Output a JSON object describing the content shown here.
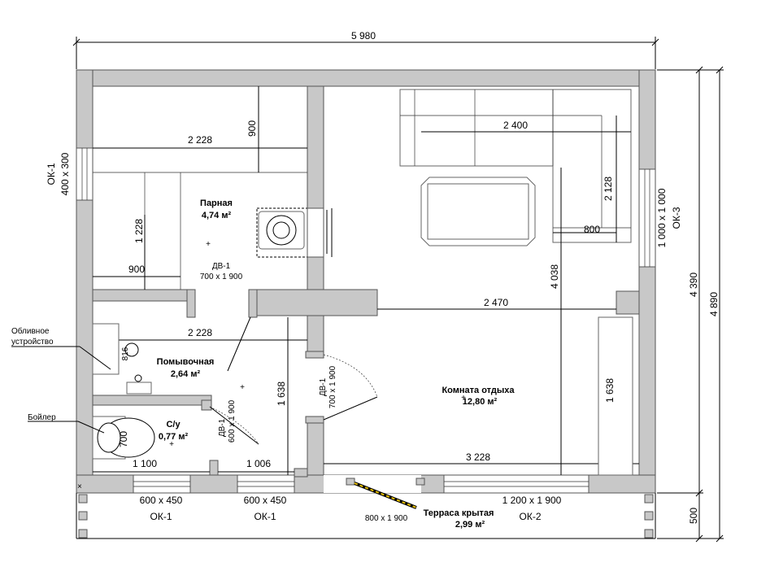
{
  "dimensions": {
    "overall_width": "5 980",
    "right_outer": "4 890",
    "right_inner": "4 390",
    "terrace_depth": "500",
    "parilka_width": "2 228",
    "parilka_depth": "900",
    "parilka_height": "1 228",
    "bench_width": "900",
    "moechnaya_width": "2 228",
    "moechnaya_left": "816",
    "moechnaya_height": "1 638",
    "su_width": "1 100",
    "su_height": "700",
    "bottom_mid": "1 006",
    "sofa_width": "2 400",
    "sofa_depth": "2 128",
    "sofa_small": "800",
    "lounge_height": "4 038",
    "lounge_mid": "2 470",
    "lounge_right": "1 638",
    "lounge_bottom": "3 228"
  },
  "rooms": {
    "parilka_name": "Парная",
    "parilka_area": "4,74 м²",
    "moechnaya_name": "Помывочная",
    "moechnaya_area": "2,64 м²",
    "su_name": "С/у",
    "su_area": "0,77 м²",
    "lounge_name": "Комната отдыха",
    "lounge_area": "12,80 м²",
    "terrace_name": "Терраса крытая",
    "terrace_area": "2,99 м²"
  },
  "doors": {
    "dv1_a_name": "ДВ-1",
    "dv1_a_size": "700 х 1 900",
    "dv1_b_name": "ДВ-1",
    "dv1_b_size": "700 х 1 900",
    "dv1_c_name": "ДВ-1",
    "dv1_c_size": "600 х 1 900",
    "entry_size": "800 х 1 900"
  },
  "windows": {
    "ok1_left_name": "ОК-1",
    "ok1_left_size": "400 х 300",
    "ok3_name": "ОК-3",
    "ok3_size": "1 000 х 1 000",
    "ok1_bottom_a_name": "ОК-1",
    "ok1_bottom_a_size": "600 х 450",
    "ok1_bottom_b_name": "ОК-1",
    "ok1_bottom_b_size": "600 х 450",
    "ok2_name": "ОК-2",
    "ok2_size": "1 200 х 1 900"
  },
  "callouts": {
    "drench_line1": "Обливное",
    "drench_line2": "устройство",
    "boiler": "Бойлер"
  }
}
